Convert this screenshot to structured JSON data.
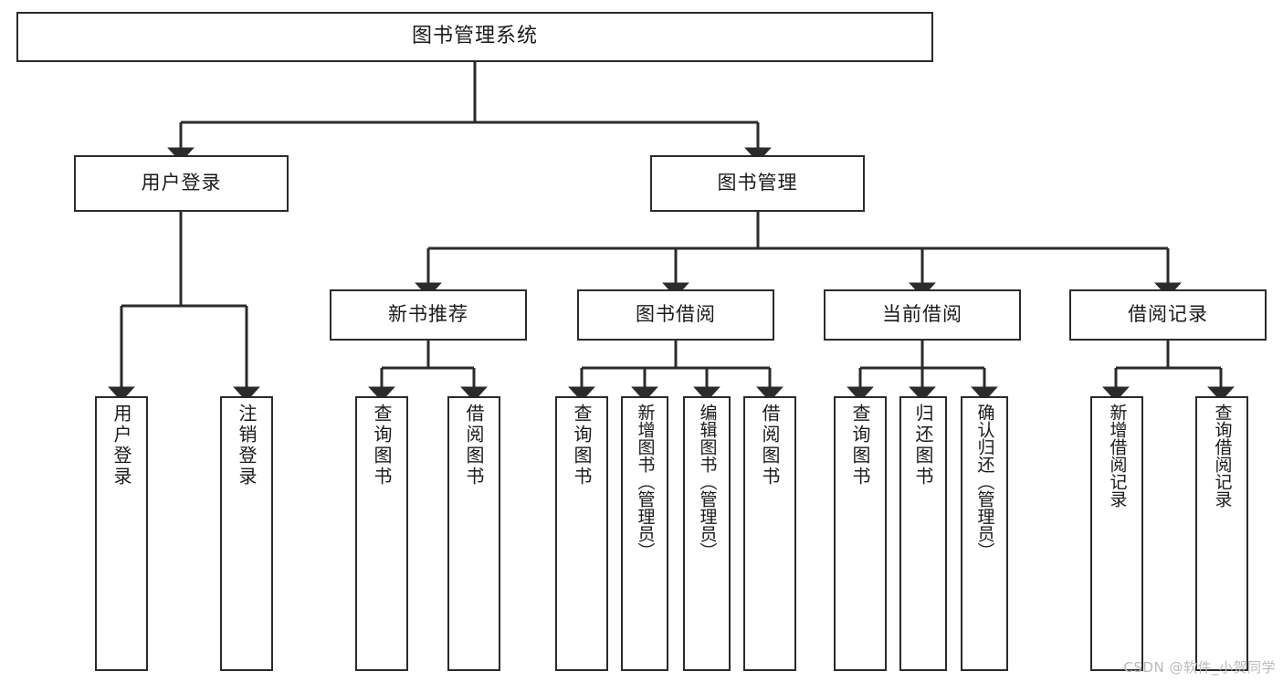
{
  "diagram": {
    "title": "图书管理系统",
    "type": "tree",
    "watermark": "CSDN @软件_小贺同学",
    "colors": {
      "box_stroke": "#2b2b2b",
      "box_fill": "#ffffff",
      "edge": "#2b2b2b",
      "text": "#1a1a1a",
      "watermark": "#b9b9b9",
      "background": "#ffffff"
    },
    "nodes": {
      "root": {
        "label": "图书管理系统"
      },
      "level2": [
        {
          "id": "user-login",
          "label": "用户登录"
        },
        {
          "id": "book-manage",
          "label": "图书管理"
        }
      ],
      "level3": [
        {
          "id": "new-book-recommend",
          "label": "新书推荐"
        },
        {
          "id": "book-borrow",
          "label": "图书借阅"
        },
        {
          "id": "current-borrow",
          "label": "当前借阅"
        },
        {
          "id": "borrow-record",
          "label": "借阅记录"
        }
      ],
      "leaves": [
        {
          "id": "leaf-user-login",
          "label": "用户登录",
          "parent": "user-login"
        },
        {
          "id": "leaf-logout",
          "label": "注销登录",
          "parent": "user-login"
        },
        {
          "id": "leaf-query-book-1",
          "label": "查询图书",
          "parent": "new-book-recommend"
        },
        {
          "id": "leaf-borrow-book-1",
          "label": "借阅图书",
          "parent": "new-book-recommend"
        },
        {
          "id": "leaf-query-book-2",
          "label": "查询图书",
          "parent": "book-borrow"
        },
        {
          "id": "leaf-add-book",
          "label": "新增图书（管理员）",
          "parent": "book-borrow"
        },
        {
          "id": "leaf-edit-book",
          "label": "编辑图书（管理员）",
          "parent": "book-borrow"
        },
        {
          "id": "leaf-borrow-book-2",
          "label": "借阅图书",
          "parent": "book-borrow"
        },
        {
          "id": "leaf-query-book-3",
          "label": "查询图书",
          "parent": "current-borrow"
        },
        {
          "id": "leaf-return-book",
          "label": "归还图书",
          "parent": "current-borrow"
        },
        {
          "id": "leaf-confirm-return",
          "label": "确认归还（管理员）",
          "parent": "current-borrow"
        },
        {
          "id": "leaf-add-record",
          "label": "新增借阅记录",
          "parent": "borrow-record"
        },
        {
          "id": "leaf-query-record",
          "label": "查询借阅记录",
          "parent": "borrow-record"
        }
      ]
    }
  }
}
